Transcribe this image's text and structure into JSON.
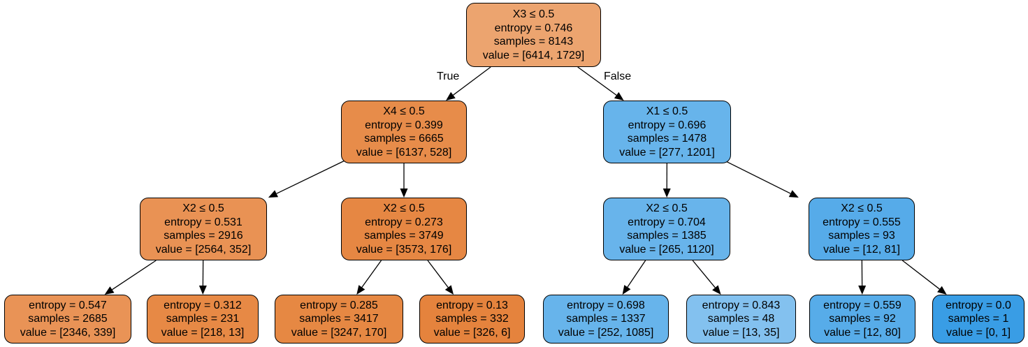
{
  "colors": {
    "orange_full": "#e58139",
    "blue_full": "#399de5",
    "edge": "#000000",
    "background": "#ffffff"
  },
  "edge_labels": {
    "true_label": "True",
    "false_label": "False"
  },
  "nodes": [
    {
      "id": "n0",
      "split": "X3 ≤ 0.5",
      "entropy": "entropy = 0.746",
      "samples": "samples = 8143",
      "value": "value = [6414, 1729]",
      "fill": "#eca46f"
    },
    {
      "id": "n1",
      "split": "X4 ≤ 0.5",
      "entropy": "entropy = 0.399",
      "samples": "samples = 6665",
      "value": "value = [6137, 528]",
      "fill": "#e78c4a"
    },
    {
      "id": "n2",
      "split": "X1 ≤ 0.5",
      "entropy": "entropy = 0.696",
      "samples": "samples = 1478",
      "value": "value = [277, 1201]",
      "fill": "#67b4eb"
    },
    {
      "id": "n3",
      "split": "X2 ≤ 0.5",
      "entropy": "entropy = 0.531",
      "samples": "samples = 2916",
      "value": "value = [2564, 352]",
      "fill": "#e99254"
    },
    {
      "id": "n4",
      "split": "X2 ≤ 0.5",
      "entropy": "entropy = 0.273",
      "samples": "samples = 3749",
      "value": "value = [3573, 176]",
      "fill": "#e68743"
    },
    {
      "id": "n5",
      "split": "X2 ≤ 0.5",
      "entropy": "entropy = 0.704",
      "samples": "samples = 1385",
      "value": "value = [265, 1120]",
      "fill": "#68b4eb"
    },
    {
      "id": "n6",
      "split": "X2 ≤ 0.5",
      "entropy": "entropy = 0.555",
      "samples": "samples = 93",
      "value": "value = [12, 81]",
      "fill": "#56abe9"
    },
    {
      "id": "n7",
      "entropy": "entropy = 0.547",
      "samples": "samples = 2685",
      "value": "value = [2346, 339]",
      "fill": "#e99356"
    },
    {
      "id": "n8",
      "entropy": "entropy = 0.312",
      "samples": "samples = 231",
      "value": "value = [218, 13]",
      "fill": "#e78945"
    },
    {
      "id": "n9",
      "entropy": "entropy = 0.285",
      "samples": "samples = 3417",
      "value": "value = [3247, 170]",
      "fill": "#e68843"
    },
    {
      "id": "n10",
      "entropy": "entropy = 0.13",
      "samples": "samples = 332",
      "value": "value = [326, 6]",
      "fill": "#e5833d"
    },
    {
      "id": "n11",
      "entropy": "entropy = 0.698",
      "samples": "samples = 1337",
      "value": "value = [252, 1085]",
      "fill": "#67b4eb"
    },
    {
      "id": "n12",
      "entropy": "entropy = 0.843",
      "samples": "samples = 48",
      "value": "value = [13, 35]",
      "fill": "#83c1ef"
    },
    {
      "id": "n13",
      "entropy": "entropy = 0.559",
      "samples": "samples = 92",
      "value": "value = [12, 80]",
      "fill": "#57ace9"
    },
    {
      "id": "n14",
      "entropy": "entropy = 0.0",
      "samples": "samples = 1",
      "value": "value = [0, 1]",
      "fill": "#399de5"
    }
  ],
  "edges": [
    {
      "from": "n0",
      "to": "n1"
    },
    {
      "from": "n0",
      "to": "n2"
    },
    {
      "from": "n1",
      "to": "n3"
    },
    {
      "from": "n1",
      "to": "n4"
    },
    {
      "from": "n2",
      "to": "n5"
    },
    {
      "from": "n2",
      "to": "n6"
    },
    {
      "from": "n3",
      "to": "n7"
    },
    {
      "from": "n3",
      "to": "n8"
    },
    {
      "from": "n4",
      "to": "n9"
    },
    {
      "from": "n4",
      "to": "n10"
    },
    {
      "from": "n5",
      "to": "n11"
    },
    {
      "from": "n5",
      "to": "n12"
    },
    {
      "from": "n6",
      "to": "n13"
    },
    {
      "from": "n6",
      "to": "n14"
    }
  ]
}
